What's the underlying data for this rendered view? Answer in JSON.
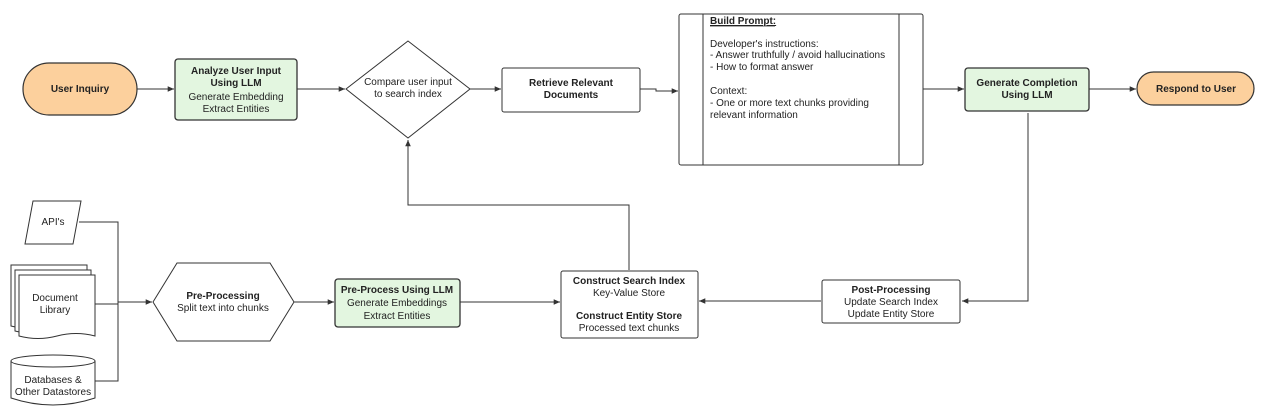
{
  "nodes": {
    "user_inquiry": {
      "label": "User Inquiry",
      "fill": "#fcd09d"
    },
    "analyze": {
      "title_1": "Analyze User Input",
      "title_2": "Using LLM",
      "line_1": "Generate Embedding",
      "line_2": "Extract Entities",
      "fill": "#e3f6e0"
    },
    "compare": {
      "line_1": "Compare user input",
      "line_2": "to search index"
    },
    "retrieve": {
      "title_1": "Retrieve Relevant",
      "title_2": "Documents"
    },
    "build_prompt": {
      "title": "Build Prompt:",
      "lines": [
        "Developer's instructions:",
        "- Answer truthfully / avoid hallucinations",
        "- How to format answer",
        "",
        "Context:",
        "- One or more text chunks providing",
        "relevant information"
      ]
    },
    "generate": {
      "title_1": "Generate Completion",
      "title_2": "Using LLM",
      "fill": "#e3f6e0"
    },
    "respond": {
      "label": "Respond to User",
      "fill": "#fcd09d"
    },
    "apis": {
      "label": "API's"
    },
    "doc_library": {
      "line_1": "Document",
      "line_2": "Library"
    },
    "databases": {
      "line_1": "Databases &",
      "line_2": "Other Datastores"
    },
    "pre_processing": {
      "title": "Pre-Processing",
      "line_1": "Split text into chunks"
    },
    "pre_process_llm": {
      "title": "Pre-Process Using LLM",
      "line_1": "Generate Embeddings",
      "line_2": "Extract Entities",
      "fill": "#e3f6e0"
    },
    "construct": {
      "title_1": "Construct Search Index",
      "line_1": "Key-Value Store",
      "title_2": "Construct Entity Store",
      "line_2": "Processed text chunks"
    },
    "post_processing": {
      "title": "Post-Processing",
      "line_1": "Update Search Index",
      "line_2": "Update Entity Store"
    }
  }
}
